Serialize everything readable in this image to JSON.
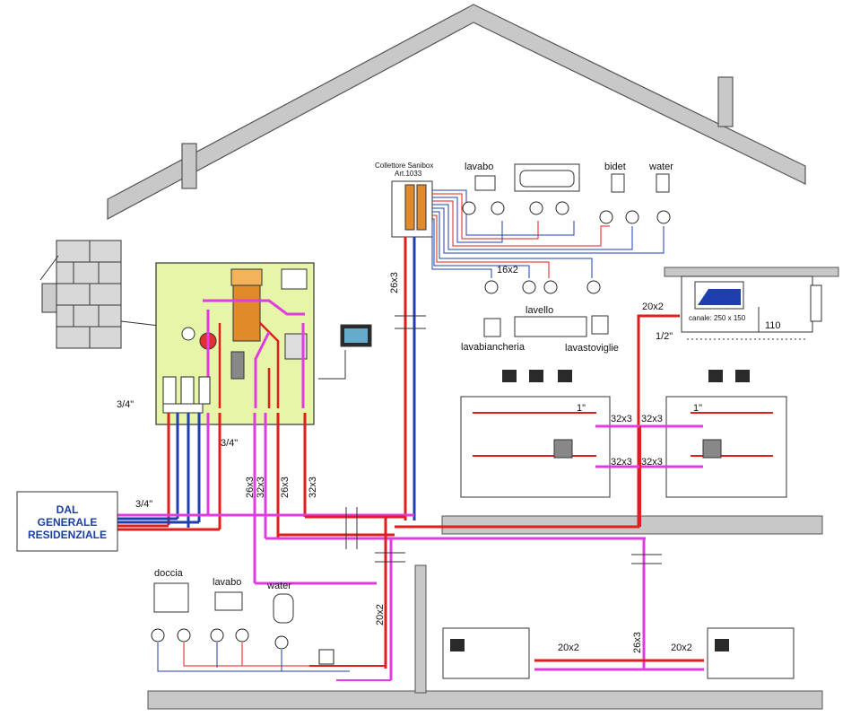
{
  "colors": {
    "hot": "#e01e1e",
    "cold": "#1f3fb0",
    "recirc": "#e03ce0",
    "wall": "#c8c8c8",
    "station_bg": "#e6f5a8",
    "label_blue": "#1a3fa0"
  },
  "collector": {
    "title": "Collettore Sanibox",
    "art": "Art.1033"
  },
  "upper_bath": {
    "lavabo": "lavabo",
    "bidet": "bidet",
    "water": "water"
  },
  "kitchen": {
    "lavello": "lavello",
    "lavabiancheria": "lavabiancheria",
    "lavastoviglie": "lavastoviglie"
  },
  "pipe_labels": {
    "p26x3_vertical": "26x3",
    "p16x2": "16x2",
    "p20x2_top": "20x2",
    "p1_2": "1/2\"",
    "p32x3_a": "32x3",
    "p32x3_b": "32x3",
    "p32x3_c": "32x3",
    "p32x3_d": "32x3",
    "p1_a": "1\"",
    "p1_b": "1\"",
    "p3_4_left": "3/4\"",
    "p3_4_mid": "3/4\"",
    "p3_4_bottom": "3/4\"",
    "v26x3_a": "26x3",
    "v32x3_a": "32x3",
    "v26x3_b": "26x3",
    "v32x3_b": "32x3",
    "v20x2_low": "20x2",
    "v26x3_right": "26x3",
    "h20x2_a": "20x2",
    "h20x2_b": "20x2"
  },
  "duct": {
    "canale": "canale: 250 x 150",
    "size": "110"
  },
  "source_box": {
    "line1": "DAL",
    "line2": "GENERALE",
    "line3": "RESIDENZIALE"
  },
  "lower_bath": {
    "doccia": "doccia",
    "lavabo": "lavabo",
    "water": "water"
  },
  "icons": [
    "thermostat-icon",
    "valve-icon",
    "pump-icon",
    "solar-panel-icon",
    "manifold-icon"
  ]
}
